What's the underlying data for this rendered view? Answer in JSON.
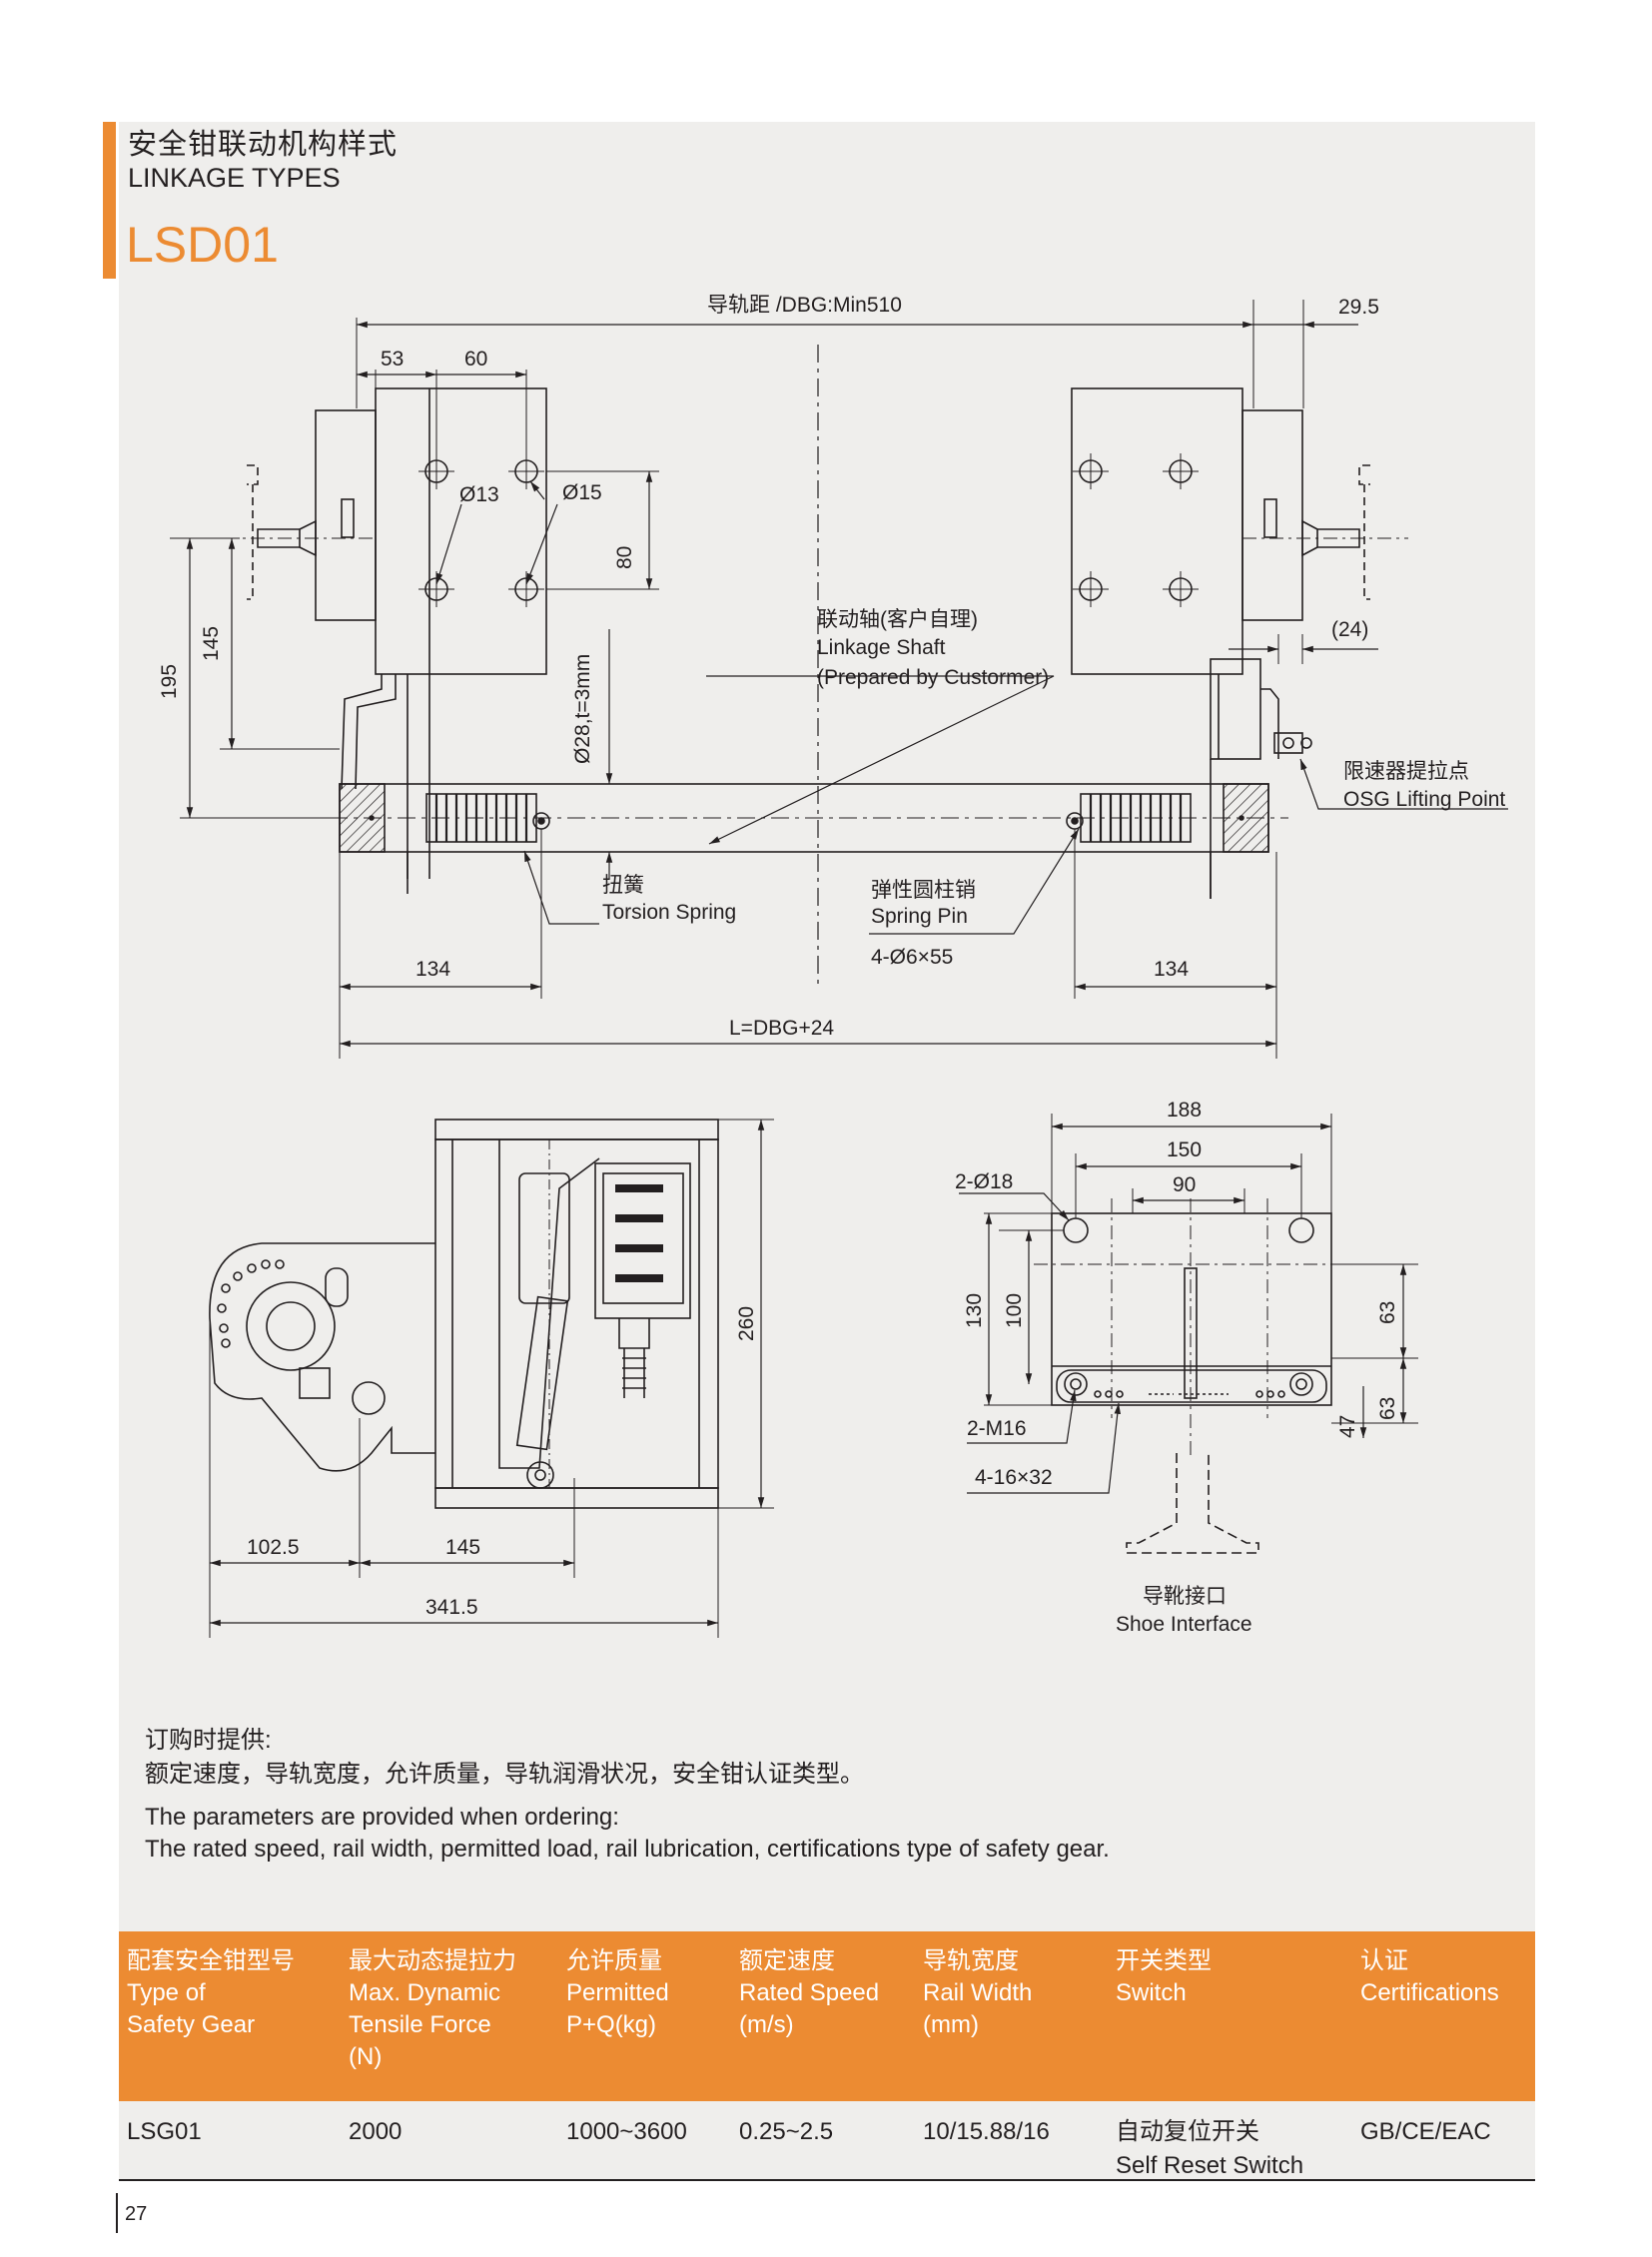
{
  "header": {
    "title_cn": "安全钳联动机构样式",
    "title_en": "LINKAGE TYPES",
    "model": "LSD01"
  },
  "top_drawing": {
    "dbg": "导轨距 /DBG:Min510",
    "d295": "29.5",
    "d53": "53",
    "d60": "60",
    "phi13": "Ø13",
    "phi15": "Ø15",
    "d80": "80",
    "d195": "195",
    "d145": "145",
    "shaft_spec": "Ø28,t=3mm",
    "d24": "(24)",
    "shaft_cn": "联动轴(客户自理)",
    "shaft_en": "Linkage Shaft",
    "shaft_note": "(Prepared by Custormer)",
    "osg_cn": "限速器提拉点",
    "osg_en": "OSG Lifting Point",
    "spring_cn": "扭簧",
    "spring_en": "Torsion Spring",
    "pin_cn": "弹性圆柱销",
    "pin_en": "Spring Pin",
    "pin_spec": "4-Ø6×55",
    "left134": "134",
    "right134": "134",
    "length": "L=DBG+24"
  },
  "side_drawing": {
    "d260": "260",
    "d1025": "102.5",
    "d145": "145",
    "d3415": "341.5"
  },
  "front_drawing": {
    "d188": "188",
    "d150": "150",
    "d90": "90",
    "hole": "2-Ø18",
    "d130": "130",
    "d100": "100",
    "d63a": "63",
    "d63b": "63",
    "d47": "47",
    "m16": "2-M16",
    "slots": "4-16×32",
    "shoe_cn": "导靴接口",
    "shoe_en": "Shoe Interface"
  },
  "notes": {
    "cn_title": "订购时提供:",
    "cn_body": "额定速度，导轨宽度，允许质量，导轨润滑状况，安全钳认证类型。",
    "en_title": "The parameters are provided when ordering:",
    "en_body": "The rated speed, rail width, permitted load, rail lubrication, certifications type of safety gear."
  },
  "table": {
    "headers": [
      {
        "cn": "配套安全钳型号",
        "en": [
          "Type of",
          "Safety Gear"
        ]
      },
      {
        "cn": "最大动态提拉力",
        "en": [
          "Max. Dynamic",
          "Tensile Force",
          "(N)"
        ]
      },
      {
        "cn": "允许质量",
        "en": [
          "Permitted",
          "P+Q(kg)"
        ]
      },
      {
        "cn": "额定速度",
        "en": [
          "Rated Speed",
          "(m/s)"
        ]
      },
      {
        "cn": "导轨宽度",
        "en": [
          "Rail Width",
          "(mm)"
        ]
      },
      {
        "cn": "开关类型",
        "en": [
          "Switch"
        ]
      },
      {
        "cn": "认证",
        "en": [
          "Certifications"
        ]
      }
    ],
    "row": [
      "LSG01",
      "2000",
      "1000~3600",
      "0.25~2.5",
      "10/15.88/16",
      "自动复位开关",
      "GB/CE/EAC"
    ],
    "row_sub": "Self Reset Switch"
  },
  "page_number": "27",
  "colors": {
    "accent": "#ec8b32",
    "panel": "#efeeec",
    "ink": "#231f20"
  }
}
